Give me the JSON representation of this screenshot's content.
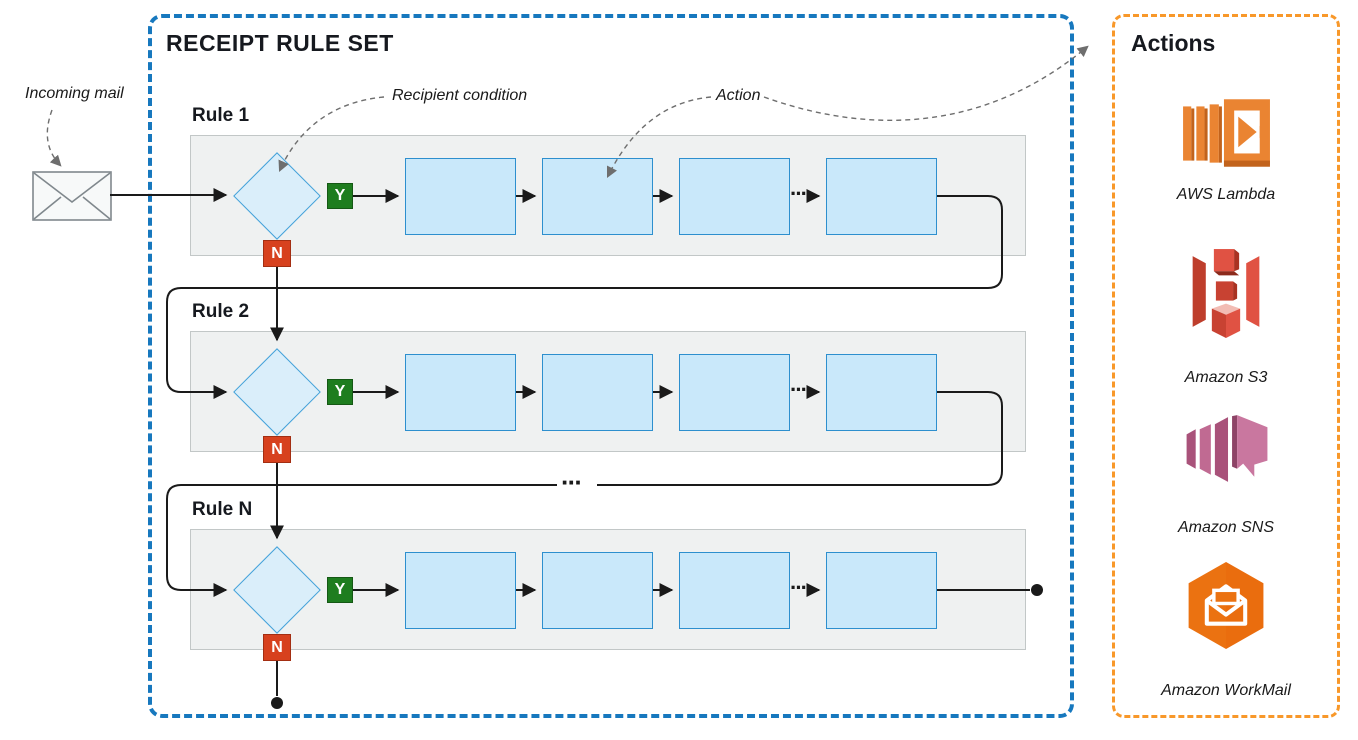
{
  "diagram": {
    "title": "RECEIPT RULE SET",
    "incoming_mail_label": "Incoming mail",
    "recipient_condition_label": "Recipient condition",
    "action_label": "Action",
    "ellipsis_boxes": "···",
    "ellipsis_rules": "···",
    "rules": [
      {
        "label": "Rule 1",
        "yes": "Y",
        "no": "N"
      },
      {
        "label": "Rule 2",
        "yes": "Y",
        "no": "N"
      },
      {
        "label": "Rule N",
        "yes": "Y",
        "no": "N"
      }
    ]
  },
  "actions_panel": {
    "title": "Actions",
    "items": [
      {
        "label": "AWS Lambda",
        "icon": "aws-lambda-icon"
      },
      {
        "label": "Amazon S3",
        "icon": "amazon-s3-icon"
      },
      {
        "label": "Amazon SNS",
        "icon": "amazon-sns-icon"
      },
      {
        "label": "Amazon WorkMail",
        "icon": "amazon-workmail-icon"
      }
    ]
  },
  "colors": {
    "frame_blue": "#1778BE",
    "frame_orange": "#F8982A",
    "row_fill": "#EFF1F1",
    "row_border": "#C2C7C7",
    "box_fill": "#C9E8FA",
    "box_border": "#2D8FCE",
    "diamond_fill": "#DAEEFA",
    "diamond_border": "#45A2D9",
    "yes_green": "#1E7D1F",
    "no_red": "#D7411E",
    "wire": "#1a1a1a",
    "annotation": "#6e6e6e",
    "lambda_orange": "#EA8432",
    "s3_red": "#E05243",
    "sns_pink": "#C9779F",
    "workmail_orange": "#EB7211"
  }
}
